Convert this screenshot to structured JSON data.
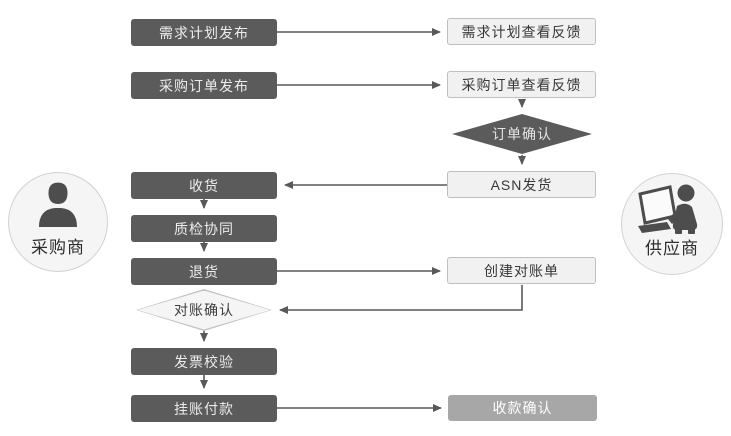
{
  "actors": {
    "buyer": {
      "label": "采购商",
      "icon": "person-icon"
    },
    "supplier": {
      "label": "供应商",
      "icon": "person-at-computer-icon"
    }
  },
  "nodes": {
    "demand_plan_publish": {
      "label": "需求计划发布",
      "style": "dark"
    },
    "demand_plan_feedback": {
      "label": "需求计划查看反馈",
      "style": "light"
    },
    "po_publish": {
      "label": "采购订单发布",
      "style": "dark"
    },
    "po_feedback": {
      "label": "采购订单查看反馈",
      "style": "light"
    },
    "order_confirm": {
      "label": "订单确认",
      "style": "dark-diamond"
    },
    "asn_ship": {
      "label": "ASN发货",
      "style": "light"
    },
    "receive_goods": {
      "label": "收货",
      "style": "dark"
    },
    "quality_collab": {
      "label": "质检协同",
      "style": "dark"
    },
    "return_goods": {
      "label": "退货",
      "style": "dark"
    },
    "create_statement": {
      "label": "创建对账单",
      "style": "light"
    },
    "statement_confirm": {
      "label": "对账确认",
      "style": "light-diamond"
    },
    "invoice_check": {
      "label": "发票校验",
      "style": "dark"
    },
    "booked_payment": {
      "label": "挂账付款",
      "style": "dark"
    },
    "receipt_confirm": {
      "label": "收款确认",
      "style": "muted"
    }
  },
  "colors": {
    "dark_node_fill": "#5b5b5b",
    "dark_node_text": "#ececec",
    "light_node_fill": "#f1f1f1",
    "light_node_border": "#bfbfbf",
    "light_node_text": "#383838",
    "muted_node_fill": "#a7a7a7",
    "muted_node_text": "#ffffff",
    "diamond_light_fill": "#f5f5f5",
    "diamond_light_border": "#c2c2c2",
    "connector": "#595959",
    "actor_circle_fill": "#f5f5f5",
    "actor_circle_border": "#d2d2d2",
    "icon_color": "#4d4d4d"
  }
}
